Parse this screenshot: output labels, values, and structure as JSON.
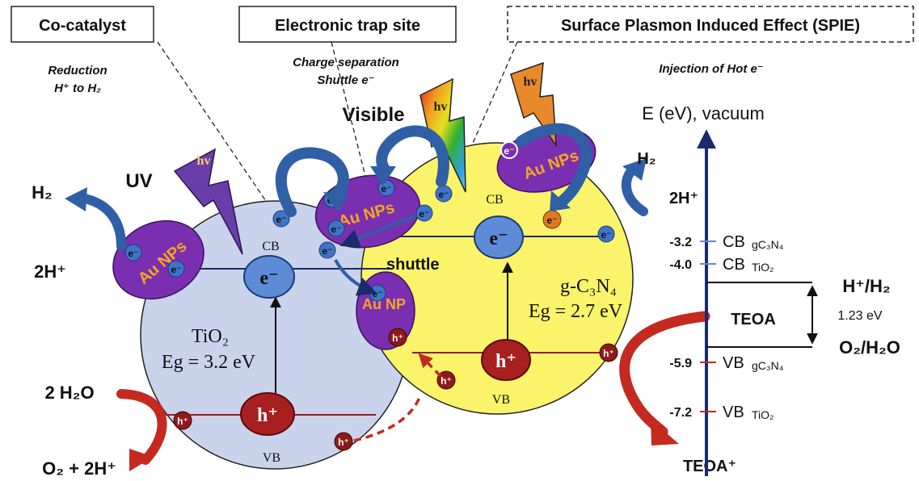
{
  "headers": {
    "cocatalyst": "Co-catalyst",
    "trap": "Electronic trap site",
    "spie": "Surface Plasmon Induced Effect (SPIE)"
  },
  "subtitles": {
    "cocat_line1": "Reduction",
    "cocat_line2": "H⁺ to H₂",
    "trap_line1": "Charge separation",
    "trap_line2": "Shuttle e⁻",
    "spie_line1": "Injection of Hot e⁻"
  },
  "light": {
    "uv": "UV",
    "visible": "Visible",
    "hv": "hv"
  },
  "tio2": {
    "name": "TiO₂",
    "gap": "Eg = 3.2 eV",
    "cb": "CB",
    "vb": "VB",
    "electron": "e⁻",
    "hole": "h⁺"
  },
  "gc3n4": {
    "name": "g-C₃N₄",
    "gap": "Eg = 2.7 eV",
    "cb": "CB",
    "vb": "VB",
    "electron": "e⁻",
    "hole": "h⁺"
  },
  "au": {
    "left": "Au NPs",
    "middle": "Au NPs",
    "junction": "Au NP",
    "right": "Au NPs"
  },
  "labels": {
    "shuttle": "shuttle",
    "h2_left": "H₂",
    "twoh_left": "2H⁺",
    "h2_right": "H₂",
    "twoh_right": "2H⁺",
    "water": "2 H₂O",
    "oxygen": "O₂ + 2H⁺",
    "teoa": "TEOA",
    "teoa_plus": "TEOA⁺"
  },
  "energy_scale": {
    "axis_title": "E (eV), vacuum",
    "levels": [
      {
        "value": "-3.2",
        "band": "CB",
        "material": "gC₃N₄"
      },
      {
        "value": "-4.0",
        "band": "CB",
        "material": "TiO₂"
      },
      {
        "value": "-5.9",
        "band": "VB",
        "material": "gC₃N₄"
      },
      {
        "value": "-7.2",
        "band": "VB",
        "material": "TiO₂"
      }
    ],
    "h_couple": "H⁺/H₂",
    "o_couple": "O₂/H₂O",
    "window": "1.23 eV"
  },
  "colors": {
    "tio2_fill": "#c9d3ec",
    "gc3n4_fill": "#fbf46a",
    "au_fill": "#7a2fb0",
    "au_text": "#f5a623",
    "electron": "#3f74c8",
    "hole": "#9b1b1b",
    "arrow_blue": "#2f5fa5",
    "arrow_red": "#c42a1f",
    "axis": "#1b2a6b"
  }
}
